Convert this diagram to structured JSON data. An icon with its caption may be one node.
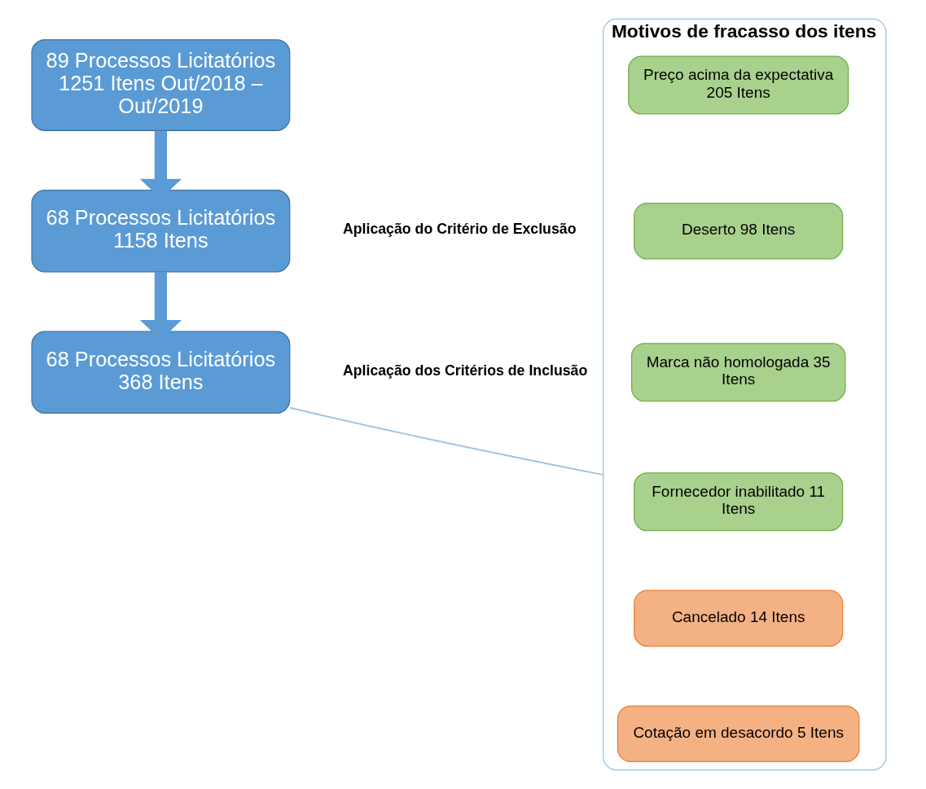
{
  "diagram": {
    "nodes": [
      {
        "text": [
          "89 Processos Licitatórios 1251 Itens Out/2018 – Out/2019"
        ]
      },
      {
        "text": [
          "68 Processos Licitatórios 1158 Itens"
        ],
        "beside": [
          "Aplicação do Critério de Exclusão"
        ]
      },
      {
        "text": [
          "68 Processos Licitatórios 368 Itens"
        ],
        "beside": [
          "Aplicação dos Critérios de Inclusão"
        ]
      },
      {
        "text": [
          "Motivos de fracasso dos itens"
        ]
      },
      {
        "text": [
          "Preço acima da expectativa 205 Itens"
        ],
        "in": 3
      },
      {
        "text": [
          "Deserto 98 Itens"
        ],
        "in": 3
      },
      {
        "text": [
          "Marca não homologada 35 Itens"
        ],
        "in": 3
      },
      {
        "text": [
          "Fornecedor inabilitado 11 Itens"
        ],
        "in": 3
      },
      {
        "text": [
          "Cancelado 14 Itens"
        ],
        "in": 3
      },
      {
        "text": [
          "Cotação em desacordo 5 Itens"
        ],
        "in": 3
      }
    ],
    "edges": [
      {
        "from": 0,
        "to": 1,
        "arrow": "to"
      },
      {
        "from": 1,
        "to": 2,
        "arrow": "to"
      },
      {
        "from": 2,
        "to": 3,
        "arrow": "none",
        "color": "#9dc3e6"
      }
    ]
  }
}
